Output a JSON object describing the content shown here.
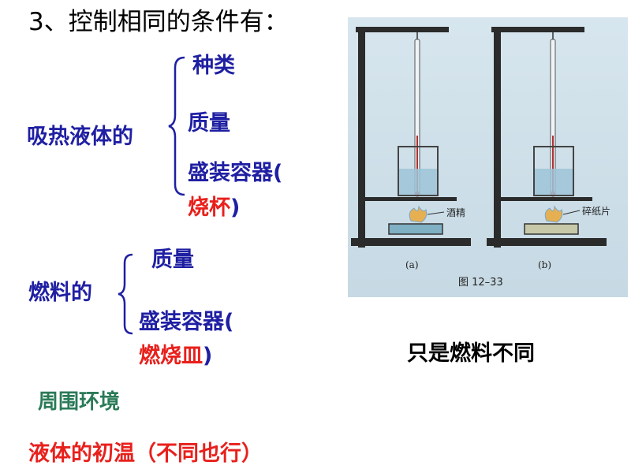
{
  "title": "3、控制相同的条件有：",
  "liquid_group": {
    "label": "吸热液体的",
    "item_type": "种类",
    "item_mass": "质量",
    "item_container_a": "盛装容器(",
    "item_container_b": "烧杯",
    "item_container_c": ")"
  },
  "fuel_group": {
    "label": "燃料的",
    "item_mass": "质量",
    "item_container_a": "盛装容器(",
    "item_container_b": "燃烧皿",
    "item_container_c": ")"
  },
  "environment": "周围环境",
  "initial_temp": "液体的初温（不同也行）",
  "only_fuel_differs": "只是燃料不同",
  "figure": {
    "label_alcohol": "酒精",
    "label_paper": "碎纸片",
    "label_a": "(a)",
    "label_b": "(b)",
    "caption": "图 12–33"
  },
  "colors": {
    "blue": "#1f1fa3",
    "red": "#e8201c",
    "green": "#2a7a57",
    "figure_bg": "#cfe0ea"
  }
}
